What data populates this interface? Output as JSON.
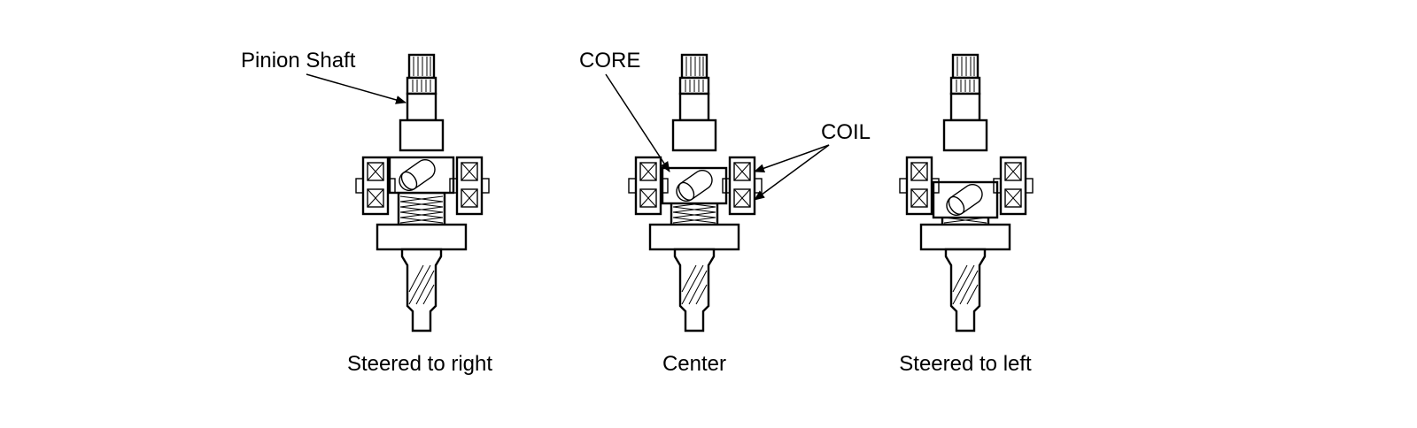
{
  "labels": {
    "pinion_shaft": "Pinion Shaft",
    "core": "CORE",
    "coil": "COIL"
  },
  "assemblies": [
    {
      "id": "right",
      "caption": "Steered to right",
      "core_slant": "up-right"
    },
    {
      "id": "center",
      "caption": "Center",
      "core_slant": "up-right"
    },
    {
      "id": "left",
      "caption": "Steered to left",
      "core_slant": "up-right"
    }
  ],
  "colors": {
    "line": "#000000",
    "background": "#ffffff"
  }
}
